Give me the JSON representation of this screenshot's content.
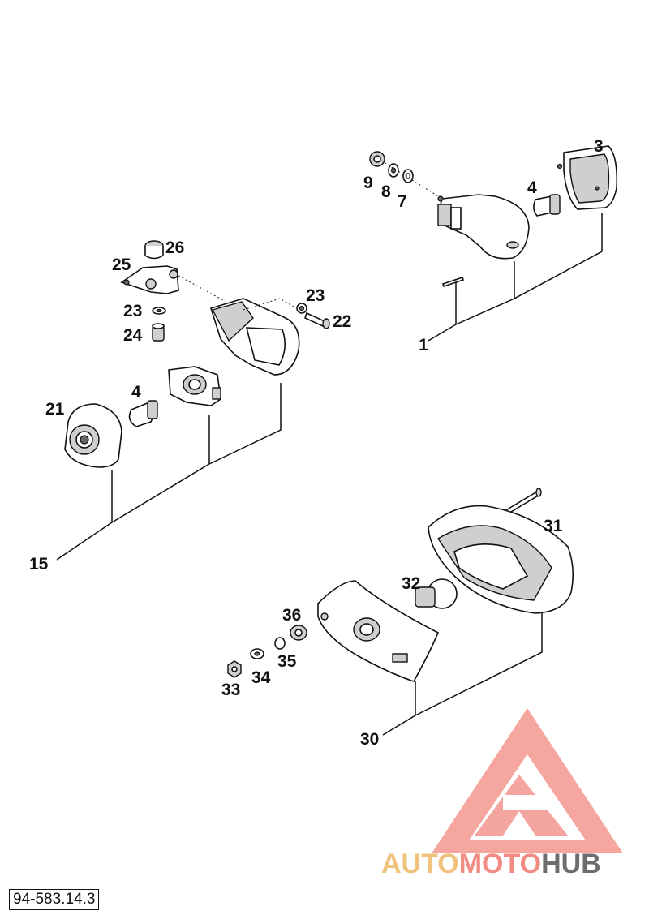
{
  "diagram_ref": "94-583.14.3",
  "watermark": {
    "part1": "AUTO",
    "part2": "MOTO",
    "part3": "HUB",
    "color1": "#f0c27b",
    "color2": "#f28b82",
    "color3": "#6d6d6d"
  },
  "callouts": {
    "c1": "1",
    "c3": "3",
    "c4a": "4",
    "c7": "7",
    "c8": "8",
    "c9": "9",
    "c15": "15",
    "c4b": "4",
    "c21": "21",
    "c22": "22",
    "c23a": "23",
    "c23b": "23",
    "c24": "24",
    "c25": "25",
    "c26": "26",
    "c30": "30",
    "c31": "31",
    "c32": "32",
    "c33": "33",
    "c34": "34",
    "c35": "35",
    "c36": "36"
  }
}
